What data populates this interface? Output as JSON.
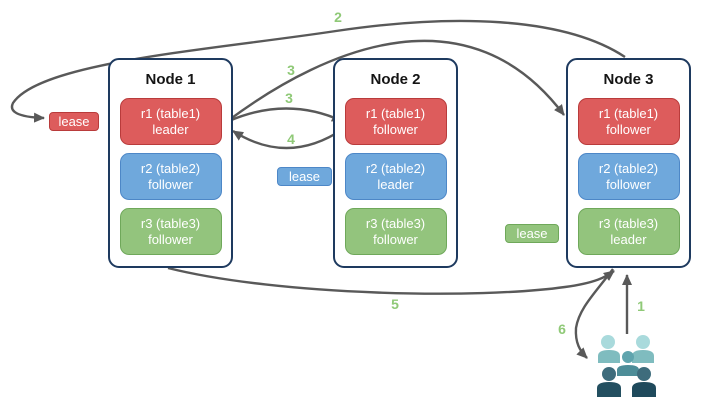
{
  "nodes": [
    {
      "title": "Node 1",
      "replicas": [
        {
          "line1": "r1 (table1)",
          "line2": "leader",
          "color": "#DD5C5C"
        },
        {
          "line1": "r2 (table2)",
          "line2": "follower",
          "color": "#6FA8DC"
        },
        {
          "line1": "r3 (table3)",
          "line2": "follower",
          "color": "#93C47D"
        }
      ]
    },
    {
      "title": "Node 2",
      "replicas": [
        {
          "line1": "r1 (table1)",
          "line2": "follower",
          "color": "#DD5C5C"
        },
        {
          "line1": "r2 (table2)",
          "line2": "leader",
          "color": "#6FA8DC"
        },
        {
          "line1": "r3 (table3)",
          "line2": "follower",
          "color": "#93C47D"
        }
      ]
    },
    {
      "title": "Node 3",
      "replicas": [
        {
          "line1": "r1 (table1)",
          "line2": "follower",
          "color": "#DD5C5C"
        },
        {
          "line1": "r2 (table2)",
          "line2": "follower",
          "color": "#6FA8DC"
        },
        {
          "line1": "r3 (table3)",
          "line2": "leader",
          "color": "#93C47D"
        }
      ]
    }
  ],
  "leases": [
    {
      "label": "lease",
      "color": "#DD5C5C"
    },
    {
      "label": "lease",
      "color": "#6FA8DC"
    },
    {
      "label": "lease",
      "color": "#93C47D"
    }
  ],
  "steps": {
    "s1": "1",
    "s2": "2",
    "s3a": "3",
    "s3b": "3",
    "s4": "4",
    "s5": "5",
    "s6": "6"
  },
  "colors": {
    "arrow": "#595959",
    "node_border": "#1E3A5F",
    "step_label": "#8FC977",
    "red_fill": "#DD5C5C",
    "red_border": "#B93B3B",
    "blue_fill": "#6FA8DC",
    "blue_border": "#4D87C7",
    "green_fill": "#93C47D",
    "green_border": "#6FA85A"
  },
  "users_icon": {
    "people": [
      {
        "head": "#A9DADC",
        "body": "#7FBCBF"
      },
      {
        "head": "#A9DADC",
        "body": "#7FBCBF"
      },
      {
        "head": "#5FA4AD",
        "body": "#4D8D98"
      },
      {
        "head": "#3E6C7C",
        "body": "#234F60"
      },
      {
        "head": "#3E6C7C",
        "body": "#1F4A5C"
      }
    ]
  }
}
